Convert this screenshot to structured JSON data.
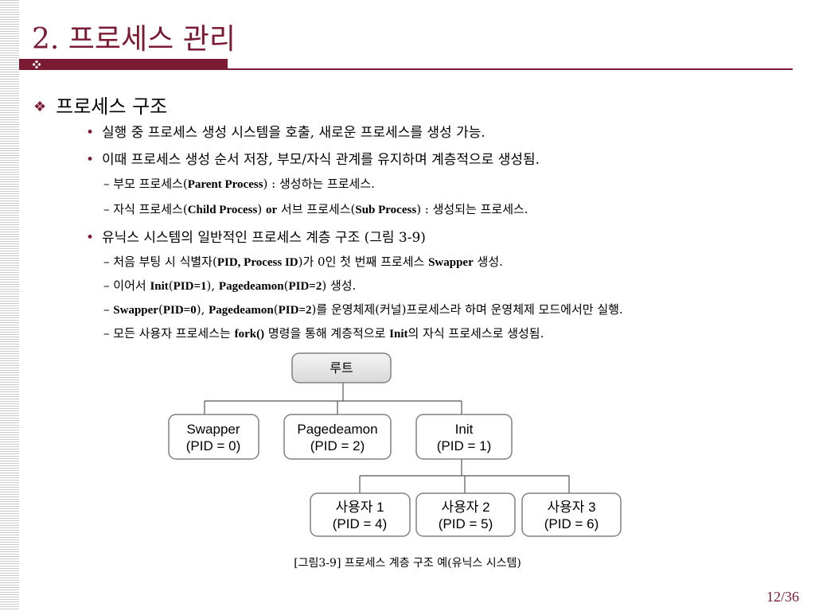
{
  "title": "2. 프로세스 관리",
  "heading": "프로세스 구조",
  "bullets": {
    "b1": "실행 중 프로세스 생성 시스템을 호출, 새로운 프로세스를 생성 가능.",
    "b2": "이때 프로세스 생성 순서 저장, 부모/자식 관계를 유지하며 계층적으로 생성됨.",
    "b3": "유닉스 시스템의 일반적인 프로세스 계층 구조 (그림 3-9)"
  },
  "sub": {
    "s1": {
      "a": "– 부모 프로세스(",
      "b": "Parent Process",
      "c": ") : 생성하는 프로세스."
    },
    "s2": {
      "a": "– 자식 프로세스(",
      "b": "Child Process",
      "c": ") ",
      "d": "or",
      "e": " 서브 프로세스(",
      "f": "Sub Process",
      "g": ") : 생성되는 프로세스."
    },
    "s3": {
      "a": "– 처음 부팅 시 식별자(",
      "b": "PID, Process ID",
      "c": ")가 0인 첫 번째 프로세스 ",
      "d": "Swapper",
      "e": " 생성."
    },
    "s4": {
      "a": "– 이어서 ",
      "b": "Init",
      "c": "(",
      "d": "PID=1",
      "e": "), ",
      "f": "Pagedeamon",
      "g": "(",
      "h": "PID=2",
      "i": ") 생성."
    },
    "s5": {
      "a": "– ",
      "b": "Swapper",
      "c": "(",
      "d": "PID=0",
      "e": "), ",
      "f": "Pagedeamon",
      "g": "(",
      "h": "PID=2",
      "i": ")를 운영체제(커널)프로세스라 하며 운영체제 모드에서만 실행."
    },
    "s6": {
      "a": "– 모든 사용자 프로세스는 ",
      "b": "fork()",
      "c": " 명령을 통해 계층적으로 ",
      "d": "Init",
      "e": "의 자식 프로세스로 생성됨."
    }
  },
  "diagram": {
    "root": "루트",
    "swapper": {
      "name": "Swapper",
      "pid": "(PID = 0)"
    },
    "pagedeamon": {
      "name": "Pagedeamon",
      "pid": "(PID = 2)"
    },
    "init": {
      "name": "Init",
      "pid": "(PID = 1)"
    },
    "user1": {
      "name": "사용자 1",
      "pid": "(PID = 4)"
    },
    "user2": {
      "name": "사용자 2",
      "pid": "(PID = 5)"
    },
    "user3": {
      "name": "사용자 3",
      "pid": "(PID = 6)"
    }
  },
  "caption": "[그림3-9] 프로세스 계층 구조 예(유닉스 시스템)",
  "page": "12/36",
  "colors": {
    "accent": "#7a1a33",
    "box_border": "#808080",
    "root_fill": "#e6e6e6"
  },
  "icons": {
    "heading_bullet": "diamond-cluster-icon",
    "title_bar_mark": "diamond-cluster-icon",
    "list_bullet": "dot-bullet-icon"
  }
}
